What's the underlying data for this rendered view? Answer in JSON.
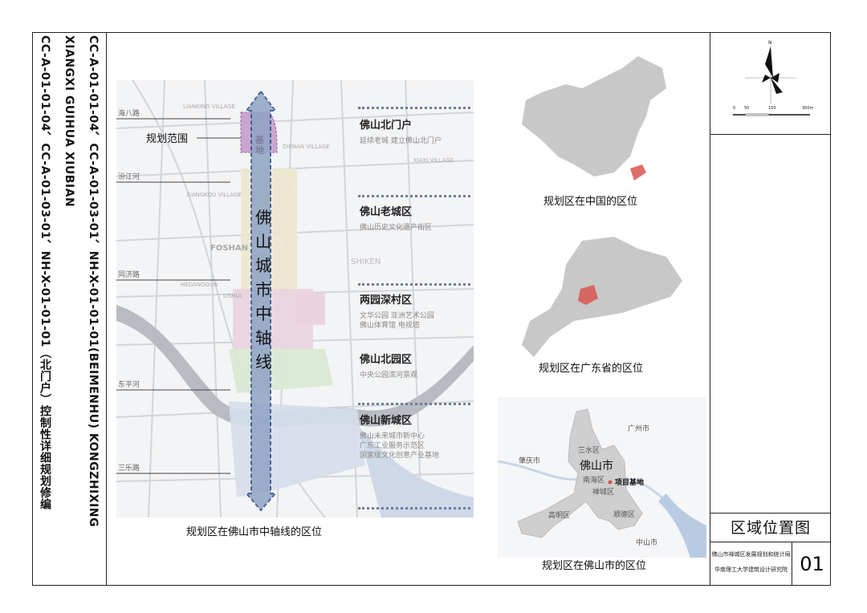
{
  "title_strip": {
    "line1": "CC-A-01-01-04、CC-A-01-03-01、NH-X-01-01-01(BEIMENHU) KONGZHIXING XIANGXI GUIHUA XIUBIAN",
    "line2": "CC-A-01-01-04、CC-A-01-03-01、NH-X-01-01-01（北门户）控制性详细规划修编"
  },
  "axis_map": {
    "caption": "规划区在佛山市中轴线的区位",
    "plan_scope_label": "规划范围",
    "axis_label": "佛山城市中轴线",
    "base_label": "基地",
    "roads": [
      "海八路",
      "汾江河",
      "同济路",
      "东平河",
      "三乐路"
    ],
    "place_labels": [
      "LIANKING VILLAGE",
      "XIANGKOU VILLAGE",
      "DIENAN VILLAGE",
      "XIAXI VILLAGE",
      "FOSHAN",
      "SHIKEN",
      "HEDANGGUN",
      "LISHUI"
    ],
    "zones": [
      {
        "title": "佛山北门户",
        "desc": [
          "延续老城  建立佛山北门户"
        ]
      },
      {
        "title": "佛山老城区",
        "desc": [
          "佛山历史文化遗产街区"
        ]
      },
      {
        "title": "两园深村区",
        "desc": [
          "文华公园  亚洲艺术公园",
          "佛山体育馆  电视塔"
        ]
      },
      {
        "title": "佛山北园区",
        "desc": [
          "中央公园滨河景观"
        ]
      },
      {
        "title": "佛山新城区",
        "desc": [
          "佛山未来城市新中心",
          "广东工业服务示范区",
          "国家级文化创意产业基地"
        ]
      }
    ]
  },
  "china_map": {
    "caption": "规划区在中国的区位",
    "highlight_color": "#d9534f"
  },
  "guangdong_map": {
    "caption": "规划区在广东省的区位",
    "highlight_color": "#d9534f"
  },
  "foshan_map": {
    "caption": "规划区在佛山市的区位",
    "city": "佛山市",
    "districts": [
      "三水区",
      "南海区",
      "禅城区",
      "高明区",
      "顺德区"
    ],
    "neighbors": [
      "广州市",
      "肇庆市",
      "中山市"
    ],
    "project": "项目基地"
  },
  "compass": {
    "north": "N",
    "scale_ticks": [
      "0",
      "50",
      "150",
      "300m"
    ]
  },
  "sheet": {
    "title": "区域位置图",
    "org1": "佛山市禅城区发展规划和统计局",
    "org2": "华南理工大学建筑设计研究院",
    "number": "01"
  }
}
